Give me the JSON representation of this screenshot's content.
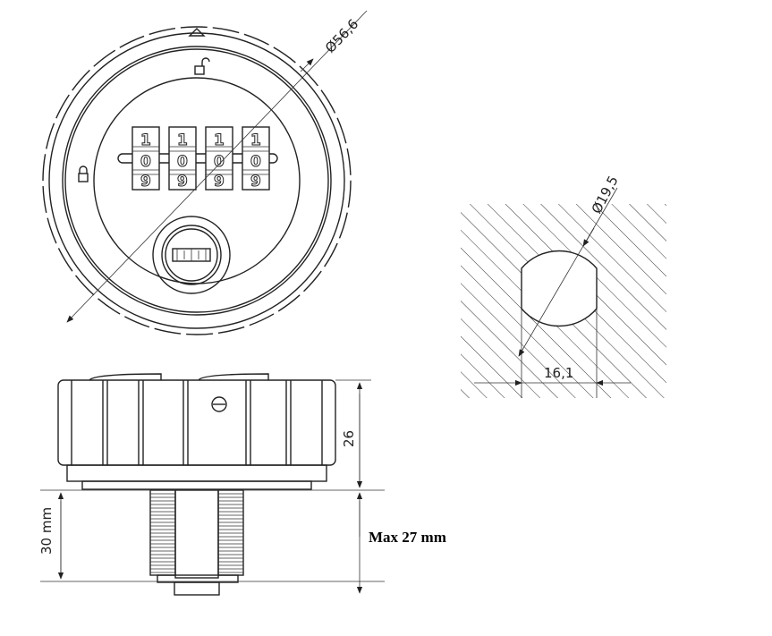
{
  "front_view": {
    "diameter_label": "Ø56,6",
    "wheels": [
      {
        "top": "1",
        "middle": "0",
        "bottom": "9"
      },
      {
        "top": "1",
        "middle": "0",
        "bottom": "9"
      },
      {
        "top": "1",
        "middle": "0",
        "bottom": "9"
      },
      {
        "top": "1",
        "middle": "0",
        "bottom": "9"
      }
    ]
  },
  "cutout_view": {
    "diameter_label": "Ø19,5",
    "width_label": "16,1"
  },
  "side_view": {
    "height_label": "26",
    "shaft_label": "30 mm",
    "max_label": "Max 27 mm"
  }
}
